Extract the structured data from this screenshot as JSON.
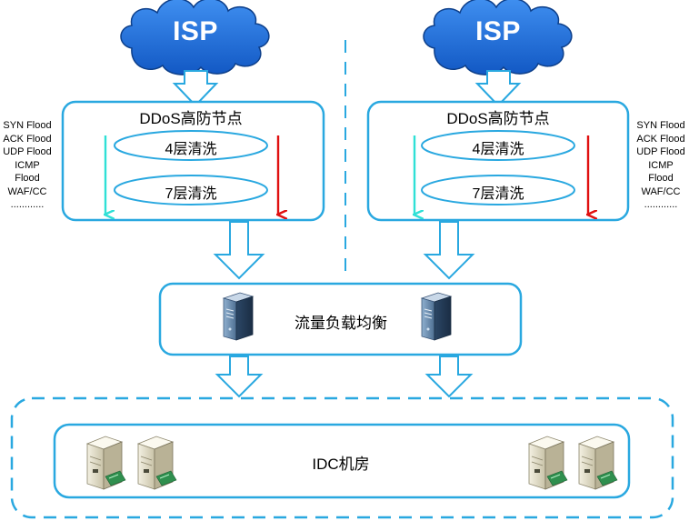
{
  "isp": [
    "ISP",
    "ISP"
  ],
  "ddos_nodes": [
    {
      "title": "DDoS高防节点",
      "layers": [
        "4层清洗",
        "7层清洗"
      ]
    },
    {
      "title": "DDoS高防节点",
      "layers": [
        "4层清洗",
        "7层清洗"
      ]
    }
  ],
  "attack_types": {
    "left": [
      "SYN Flood",
      "ACK Flood",
      "UDP Flood",
      "ICMP",
      "Flood",
      "WAF/CC",
      "............"
    ],
    "right": [
      "SYN Flood",
      "ACK Flood",
      "UDP Flood",
      "ICMP",
      "Flood",
      "WAF/CC",
      "............"
    ]
  },
  "load_balancer": {
    "label": "流量负载均衡"
  },
  "idc": {
    "label": "IDC机房"
  },
  "colors": {
    "box_border": "#29a8e0",
    "cloud_fill": "#1b6fd6",
    "cloud_stroke": "#0d3f8a",
    "cyan_arrow": "#2fe0d6",
    "red_arrow": "#e01010"
  }
}
